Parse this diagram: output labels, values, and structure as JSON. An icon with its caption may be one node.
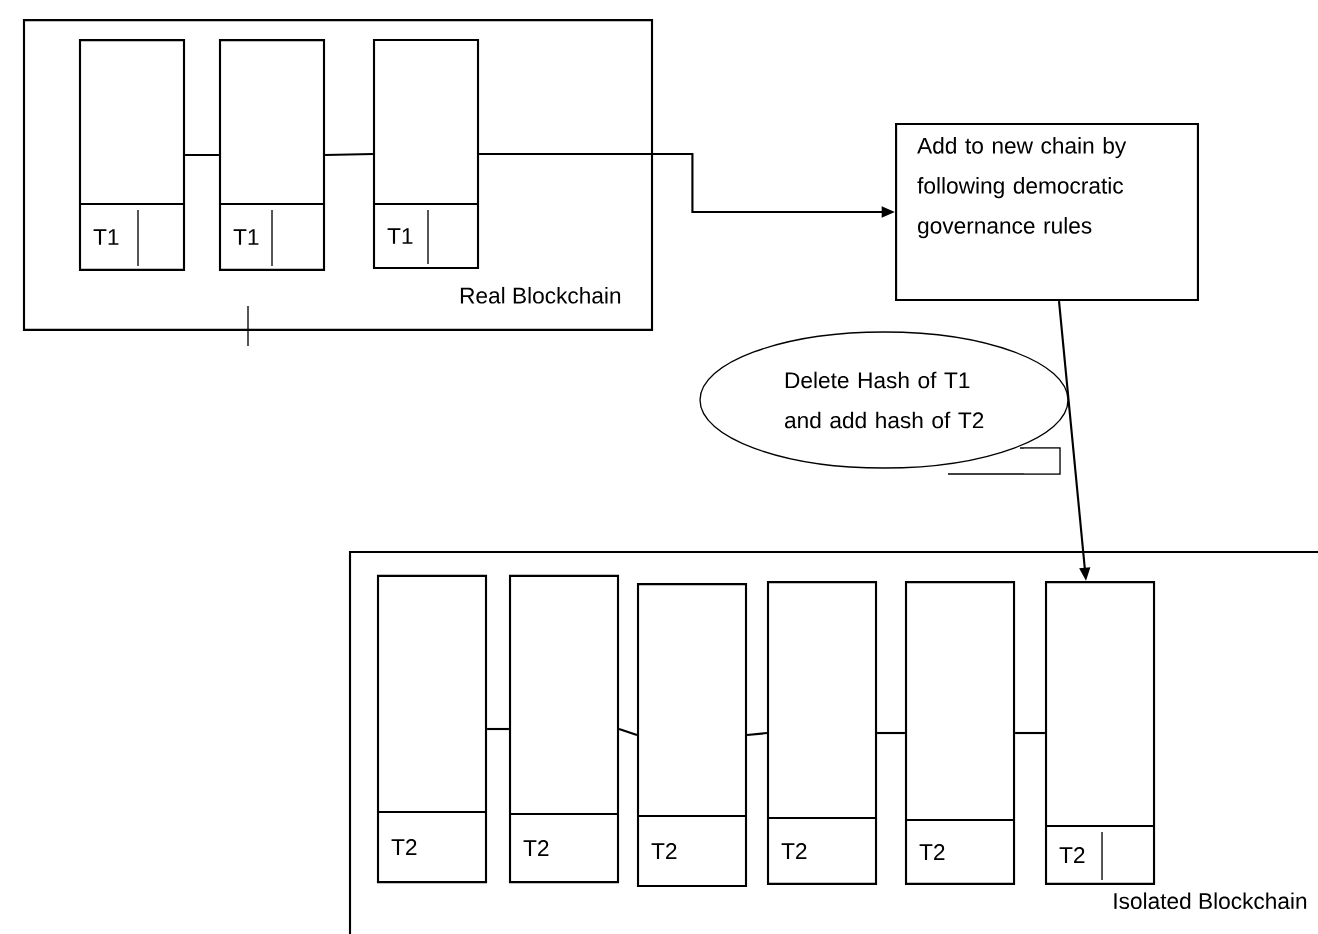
{
  "diagram": {
    "nodes": [
      {
        "text": [
          "Real Blockchain"
        ]
      },
      {
        "text": [
          "T1"
        ],
        "in": 0
      },
      {
        "text": [
          "T1"
        ],
        "in": 0
      },
      {
        "text": [
          "T1"
        ],
        "in": 0
      },
      {
        "text": [
          "Add to new chain by following democratic governance rules"
        ]
      },
      {
        "text": [
          "Delete Hash of T1 and add hash of T2"
        ]
      },
      {
        "text": [
          "Isolated Blockchain"
        ]
      },
      {
        "text": [
          "T2"
        ],
        "in": 6
      },
      {
        "text": [
          "T2"
        ],
        "in": 6
      },
      {
        "text": [
          "T2"
        ],
        "in": 6
      },
      {
        "text": [
          "T2"
        ],
        "in": 6
      },
      {
        "text": [
          "T2"
        ],
        "in": 6
      },
      {
        "text": [
          "T2"
        ],
        "in": 6
      }
    ],
    "edges": [
      {
        "from": 1,
        "to": 2,
        "arrow": "none"
      },
      {
        "from": 2,
        "to": 3,
        "arrow": "none"
      },
      {
        "from": 3,
        "to": 4,
        "arrow": "to"
      },
      {
        "from": 4,
        "to": 12,
        "arrow": "to"
      },
      {
        "from": 7,
        "to": 8,
        "arrow": "none"
      },
      {
        "from": 8,
        "to": 9,
        "arrow": "none"
      },
      {
        "from": 9,
        "to": 10,
        "arrow": "none"
      },
      {
        "from": 10,
        "to": 11,
        "arrow": "none"
      },
      {
        "from": 11,
        "to": 12,
        "arrow": "none"
      }
    ]
  }
}
